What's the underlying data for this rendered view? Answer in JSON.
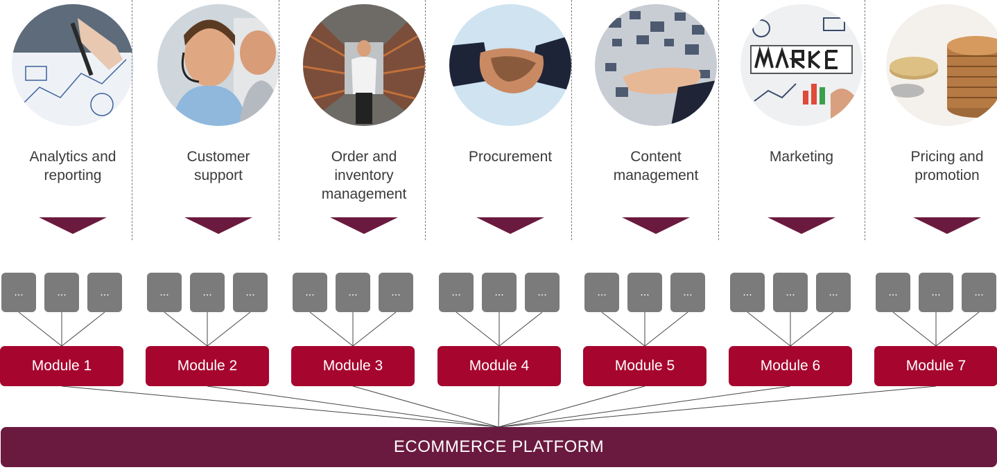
{
  "colors": {
    "chevron": "#6b1a3f",
    "module": "#a6052e",
    "sub_box": "#7b7b7b",
    "platform": "#6b1a3f",
    "divider": "#7a7a7a",
    "label": "#3a3a3a"
  },
  "columns": [
    {
      "label": "Analytics and\nreporting",
      "image": "analytics-photo",
      "module": "Module 1",
      "subs": [
        "...",
        "...",
        "..."
      ]
    },
    {
      "label": "Customer\nsupport",
      "image": "customer-support-photo",
      "module": "Module 2",
      "subs": [
        "...",
        "...",
        "..."
      ]
    },
    {
      "label": "Order and\ninventory\nmanagement",
      "image": "warehouse-photo",
      "module": "Module 3",
      "subs": [
        "...",
        "...",
        "..."
      ]
    },
    {
      "label": "Procurement",
      "image": "handshake-photo",
      "module": "Module 4",
      "subs": [
        "...",
        "...",
        "..."
      ]
    },
    {
      "label": "Content\nmanagement",
      "image": "content-hand-photo",
      "module": "Module 5",
      "subs": [
        "...",
        "...",
        "..."
      ]
    },
    {
      "label": "Marketing",
      "image": "marketing-board-photo",
      "module": "Module 6",
      "subs": [
        "...",
        "...",
        "..."
      ]
    },
    {
      "label": "Pricing and\npromotion",
      "image": "coins-photo",
      "module": "Module 7",
      "subs": [
        "...",
        "...",
        "..."
      ]
    }
  ],
  "platform": {
    "label": "ECOMMERCE PLATFORM"
  }
}
